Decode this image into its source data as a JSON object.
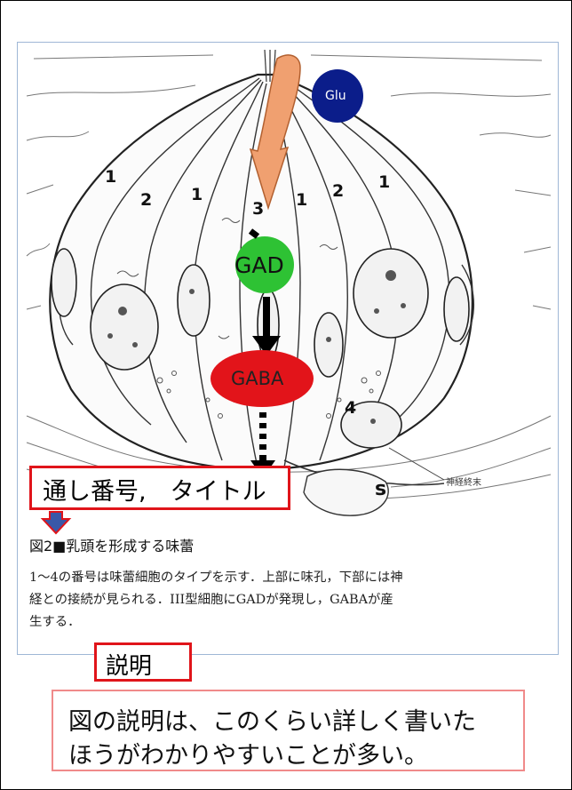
{
  "diagram": {
    "glu_label": "Glu",
    "gad_label": "GAD",
    "gaba_label": "GABA",
    "cell_numbers": [
      "1",
      "2",
      "1",
      "3",
      "1",
      "2",
      "1",
      "4"
    ],
    "s_label": "s",
    "nerve_ending_label": "神経終末",
    "colors": {
      "glu": "#0b1d8a",
      "gad": "#2ec234",
      "gaba": "#e2141a",
      "pathway_arrow": "#f0a070",
      "callout_red": "#e0141a",
      "callout_blue": "#3a58a8"
    }
  },
  "callouts": {
    "serial_title": "通し番号,　タイトル",
    "description": "説明"
  },
  "figure": {
    "title": "図2■乳頭を形成する味蕾",
    "caption_line1": "1～4の番号は味蕾細胞のタイプを示す．上部に味孔，下部には神",
    "caption_line2": "経との接続が見られる．III型細胞にGADが発現し，GABAが産",
    "caption_line3": "生する．"
  },
  "note": {
    "line1": "図の説明は、このくらい詳しく書いた",
    "line2": "ほうがわかりやすいことが多い。"
  }
}
